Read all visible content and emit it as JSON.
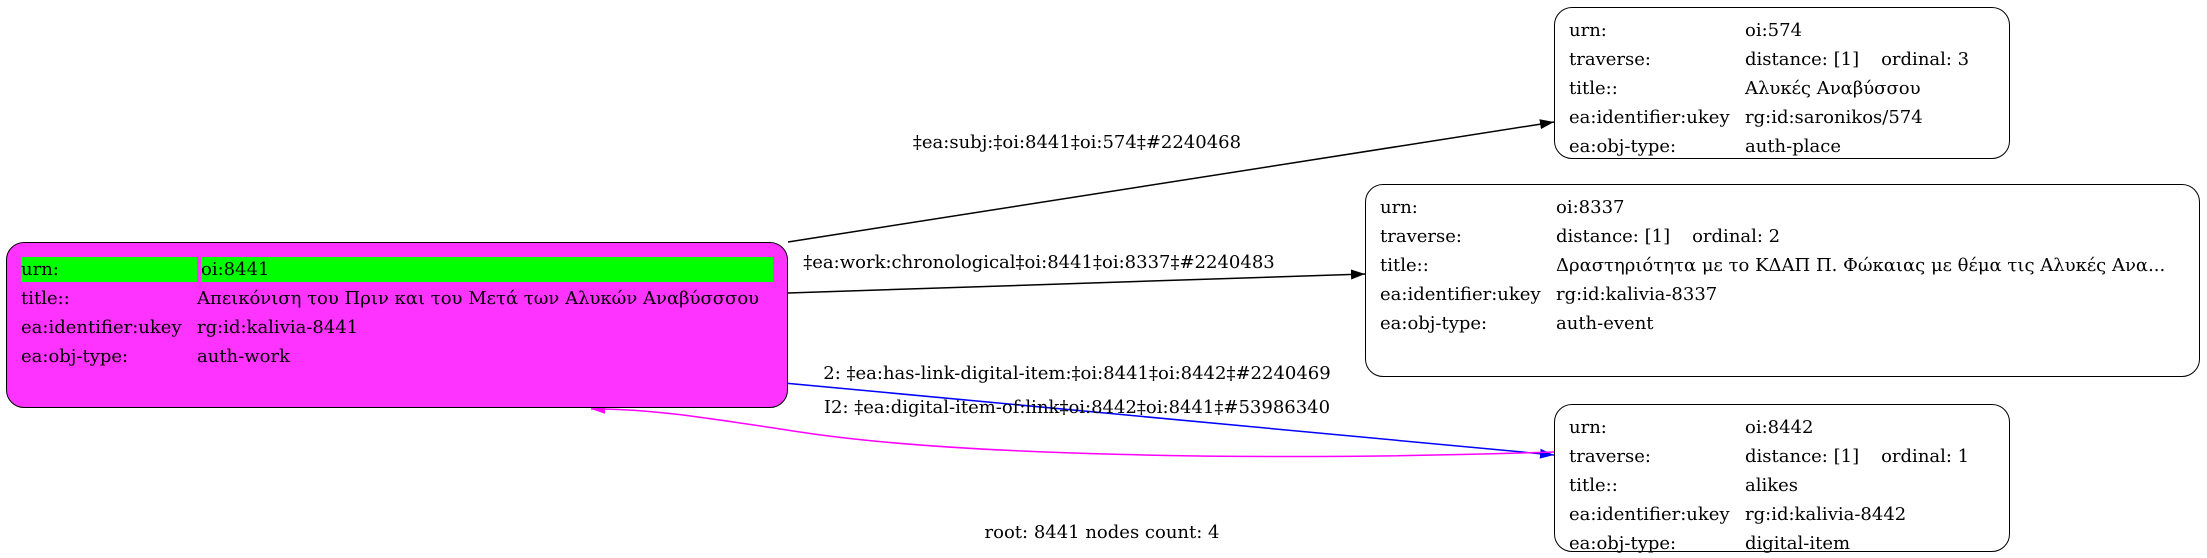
{
  "nodes": {
    "root": {
      "urn_k": "urn:",
      "urn": "oi:8441",
      "title_k": "title::",
      "title": "Απεικόνιση του Πριν και του Μετά των Αλυκών Αναβύσσσου",
      "ukey_k": "ea:identifier:ukey",
      "ukey": "rg:id:kalivia-8441",
      "type_k": "ea:obj-type:",
      "type": "auth-work",
      "fill": "#ff33ff",
      "highlight": "#00ff00"
    },
    "n574": {
      "urn_k": "urn:",
      "urn": "oi:574",
      "trav_k": "traverse:",
      "distance": "distance: [1]",
      "ordinal": "ordinal: 3",
      "title_k": "title::",
      "title": "Αλυκές Αναβύσσου",
      "ukey_k": "ea:identifier:ukey",
      "ukey": "rg:id:saronikos/574",
      "type_k": "ea:obj-type:",
      "type": "auth-place"
    },
    "n8337": {
      "urn_k": "urn:",
      "urn": "oi:8337",
      "trav_k": "traverse:",
      "distance": "distance: [1]",
      "ordinal": "ordinal: 2",
      "title_k": "title::",
      "title": "Δραστηριότητα με το ΚΔΑΠ Π. Φώκαιας με θέμα τις Αλυκές Ανα...",
      "ukey_k": "ea:identifier:ukey",
      "ukey": "rg:id:kalivia-8337",
      "type_k": "ea:obj-type:",
      "type": "auth-event"
    },
    "n8442": {
      "urn_k": "urn:",
      "urn": "oi:8442",
      "trav_k": "traverse:",
      "distance": "distance: [1]",
      "ordinal": "ordinal: 1",
      "title_k": "title::",
      "title": "alikes",
      "ukey_k": "ea:identifier:ukey",
      "ukey": "rg:id:kalivia-8442",
      "type_k": "ea:obj-type:",
      "type": "digital-item"
    }
  },
  "edges": [
    {
      "label": "‡ea:subj:‡oi:8441‡oi:574‡#2240468",
      "color": "#000000"
    },
    {
      "label": "‡ea:work:chronological‡oi:8441‡oi:8337‡#2240483",
      "color": "#000000"
    },
    {
      "label": "2: ‡ea:has-link-digital-item:‡oi:8441‡oi:8442‡#2240469",
      "color": "#0000ff"
    },
    {
      "label": "I2: ‡ea:digital-item-of:link‡oi:8442‡oi:8441‡#53986340",
      "color": "#ff00ff"
    }
  ],
  "footer": "root: 8441 nodes count: 4"
}
